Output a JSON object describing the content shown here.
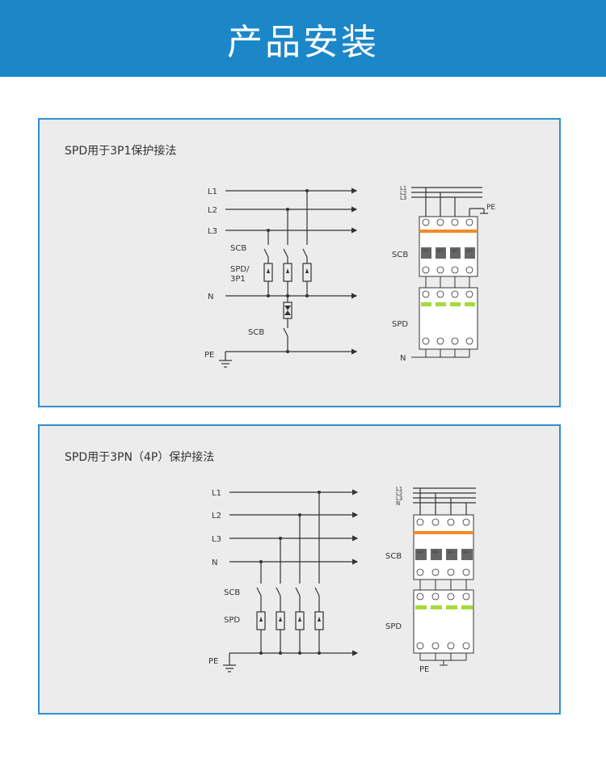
{
  "header": {
    "title": "产品安装"
  },
  "panels": [
    {
      "title": "SPD用于3P1保护接法",
      "schematic": {
        "lines": [
          "L1",
          "L2",
          "L3",
          "N",
          "PE"
        ],
        "scb_label": "SCB",
        "spd_label_1": "SPD/",
        "spd_label_2": "3P1",
        "scb_n_label": "SCB"
      },
      "module": {
        "lines": [
          "L1",
          "L2",
          "L3"
        ],
        "pe_label": "PE",
        "scb_label": "SCB",
        "spd_label": "SPD",
        "n_label": "N",
        "off_text": "OFF"
      }
    },
    {
      "title": "SPD用于3PN（4P）保护接法",
      "schematic": {
        "lines": [
          "L1",
          "L2",
          "L3",
          "N",
          "PE"
        ],
        "scb_label": "SCB",
        "spd_label": "SPD"
      },
      "module": {
        "lines": [
          "L1",
          "L2",
          "L3",
          "N"
        ],
        "scb_label": "SCB",
        "spd_label": "SPD",
        "pe_label": "PE",
        "off_text": "OFF"
      }
    }
  ],
  "colors": {
    "banner": "#1b87c9",
    "panel_border": "#2f8fd1",
    "panel_bg": "#ececec",
    "scb_stripe": "#f28c28",
    "spd_indicator": "#a6d93b"
  }
}
